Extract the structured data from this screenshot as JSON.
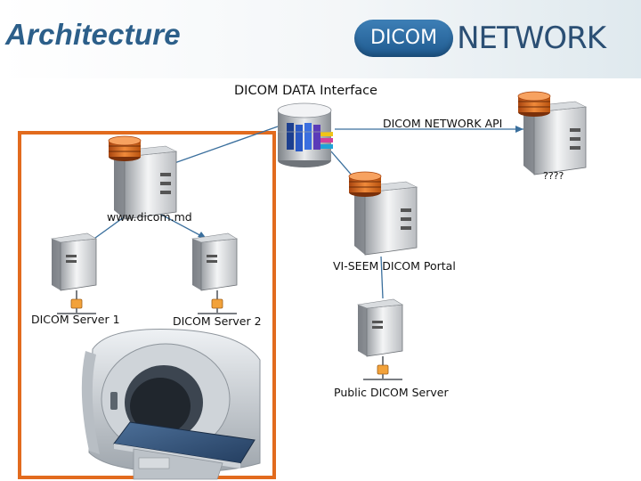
{
  "title": "Architecture",
  "logo": {
    "pill_text": "DICOM",
    "wordmark": "NETWORK"
  },
  "nodes": {
    "data_interface": "DICOM DATA Interface",
    "network_api": "DICOM NETWORK API",
    "unknown": "????",
    "md_site": "www.dicom.md",
    "server1": "DICOM Server 1",
    "server2": "DICOM Server 2",
    "portal": "VI-SEEM DICOM Portal",
    "public_server": "Public DICOM Server"
  },
  "colors": {
    "title": "#2c5f8a",
    "frame": "#e26b1e",
    "connector": "#3a6f9d",
    "db_orange": "#e07020"
  }
}
